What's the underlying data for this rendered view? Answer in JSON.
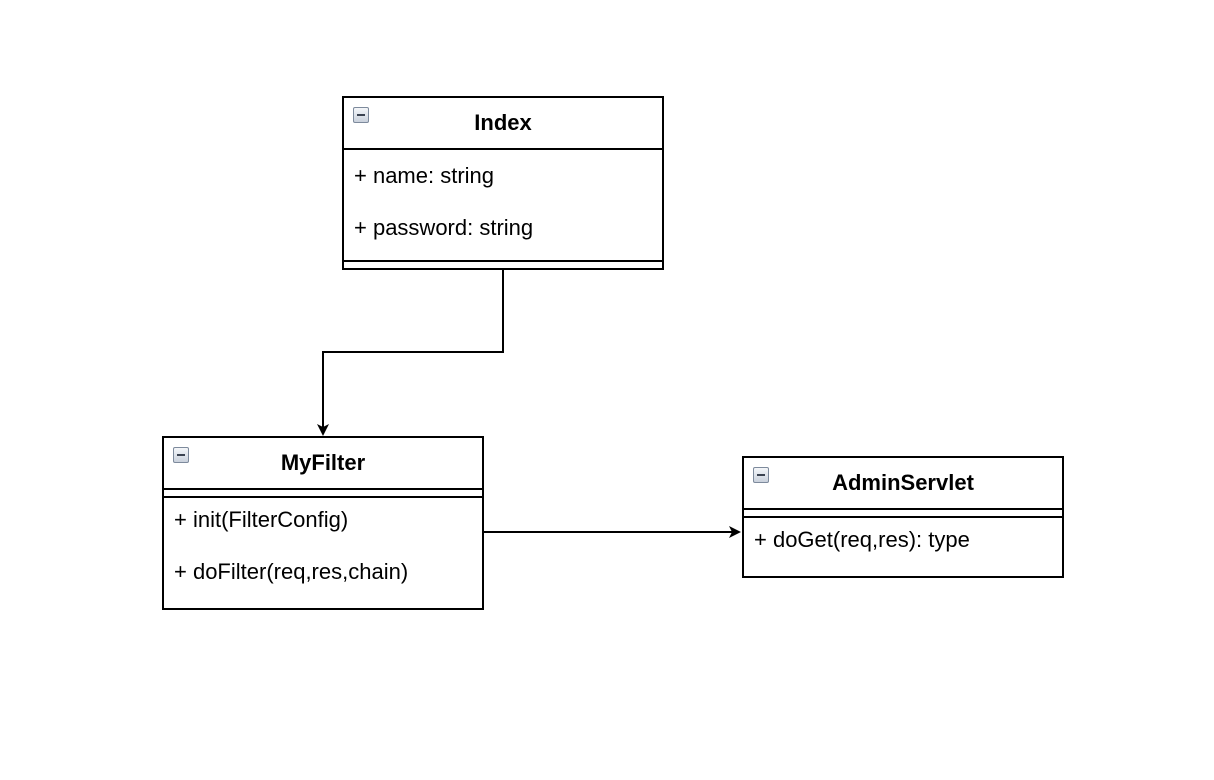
{
  "classes": {
    "index": {
      "title": "Index",
      "attributes": [
        "+ name: string",
        "+ password: string"
      ]
    },
    "myfilter": {
      "title": "MyFilter",
      "operations": [
        "+ init(FilterConfig)",
        "+ doFilter(req,res,chain)"
      ]
    },
    "adminservlet": {
      "title": "AdminServlet",
      "operations": [
        "+ doGet(req,res): type"
      ]
    }
  },
  "connectors": [
    {
      "from": "Index",
      "to": "MyFilter"
    },
    {
      "from": "MyFilter",
      "to": "AdminServlet"
    }
  ],
  "colors": {
    "stroke": "#000000",
    "background": "#ffffff"
  }
}
